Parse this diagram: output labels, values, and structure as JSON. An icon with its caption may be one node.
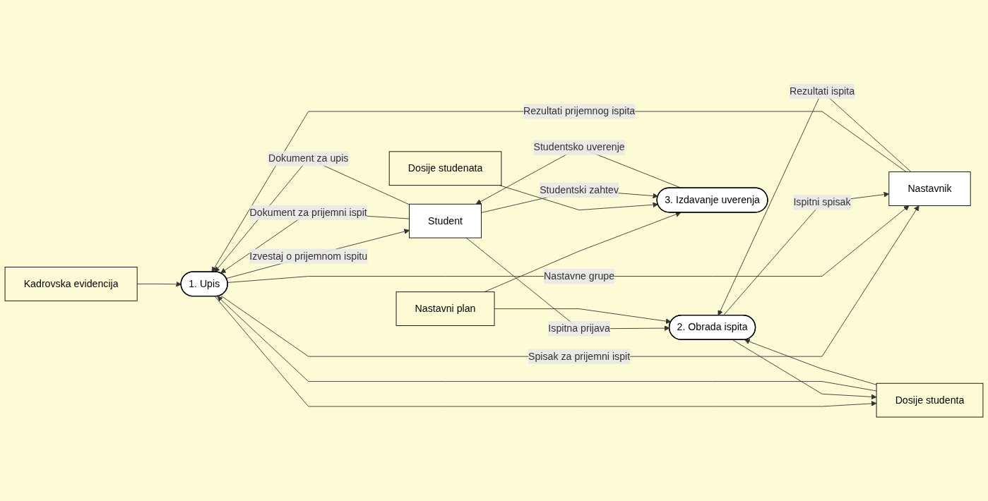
{
  "diagram": {
    "nodes": [
      {
        "text": [
          "1. Upis"
        ]
      },
      {
        "text": [
          "Kadrovska evidencija"
        ]
      },
      {
        "text": [
          "Dosije studenta"
        ]
      },
      {
        "text": [
          "Student"
        ]
      },
      {
        "text": [
          "2. Obrada ispita"
        ]
      },
      {
        "text": [
          "Nastavnik"
        ]
      },
      {
        "text": [
          "Nastavni plan"
        ]
      },
      {
        "text": [
          "Dosije studenata"
        ]
      },
      {
        "text": [
          "3. Izdavanje uverenja"
        ]
      }
    ],
    "edges": [
      {
        "from": 3,
        "to": 0,
        "arrow": "to",
        "label": "Dokument za prijemni ispit"
      },
      {
        "from": 0,
        "to": 3,
        "arrow": "to",
        "label": "Izvestaj o prijemnom ispitu"
      },
      {
        "from": 3,
        "to": 0,
        "arrow": "to",
        "label": "Dokument za upis"
      },
      {
        "from": 0,
        "to": 5,
        "arrow": "to",
        "label": "Spisak za prijemni ispit"
      },
      {
        "from": 5,
        "to": 0,
        "arrow": "to",
        "label": "Rezultati prijemnog ispita"
      },
      {
        "from": 0,
        "to": 5,
        "arrow": "to",
        "label": "Nastavne grupe"
      },
      {
        "from": 1,
        "to": 0,
        "arrow": "to"
      },
      {
        "from": 0,
        "to": 2,
        "arrow": "to"
      },
      {
        "from": 2,
        "to": 0,
        "arrow": "to"
      },
      {
        "from": 2,
        "to": 4,
        "arrow": "to"
      },
      {
        "from": 4,
        "to": 2,
        "arrow": "to"
      },
      {
        "from": 3,
        "to": 4,
        "arrow": "to",
        "label": "Ispitna prijava"
      },
      {
        "from": 4,
        "to": 5,
        "arrow": "to",
        "label": "Ispitni spisak"
      },
      {
        "from": 5,
        "to": 4,
        "arrow": "to",
        "label": "Rezultati ispita"
      },
      {
        "from": 6,
        "to": 4,
        "arrow": "to"
      },
      {
        "from": 6,
        "to": 8,
        "arrow": "to"
      },
      {
        "from": 7,
        "to": 8,
        "arrow": "to"
      },
      {
        "from": 3,
        "to": 8,
        "arrow": "to",
        "label": "Studentski zahtev"
      },
      {
        "from": 8,
        "to": 3,
        "arrow": "to",
        "label": "Studentsko uverenje"
      }
    ]
  }
}
